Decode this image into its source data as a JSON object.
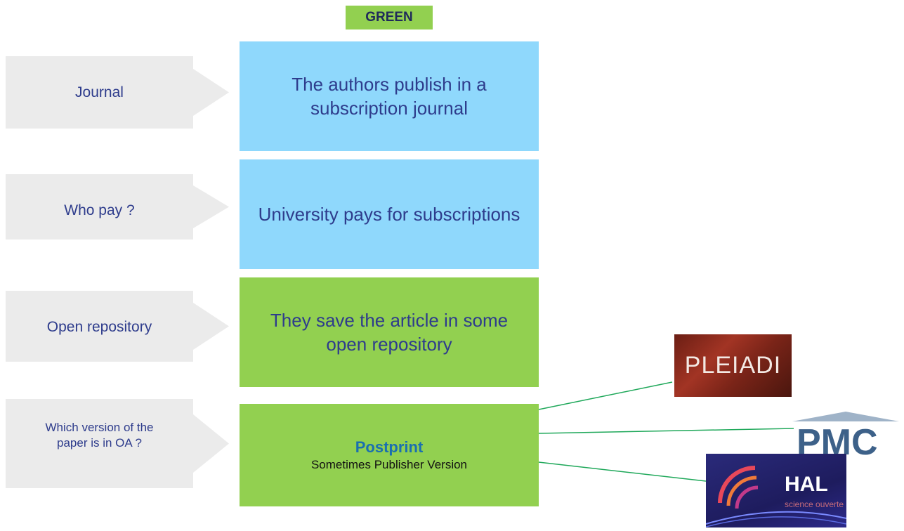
{
  "title": "GREEN",
  "colors": {
    "green": "#92d050",
    "blue": "#8fd8fc",
    "arrow_fill": "#ebebeb",
    "label_text": "#2e3c8c",
    "title_text": "#1f2a5a",
    "postprint_text": "#1a6fb0",
    "connector": "#1fa85a"
  },
  "rows": [
    {
      "label": "Journal",
      "text": "The authors publish in a subscription journal"
    },
    {
      "label": "Who pay ?",
      "text": "University pays for subscriptions"
    },
    {
      "label": "Open repository",
      "text": "They save the article in some open repository"
    },
    {
      "label": "Which version of the paper is in OA ?",
      "strong": "Postprint",
      "sub": "Sometimes Publisher Version"
    }
  ],
  "repositories": [
    {
      "name": "PLEIADI"
    },
    {
      "name": "PMC"
    },
    {
      "name": "HAL",
      "tagline": "science ouverte"
    }
  ]
}
